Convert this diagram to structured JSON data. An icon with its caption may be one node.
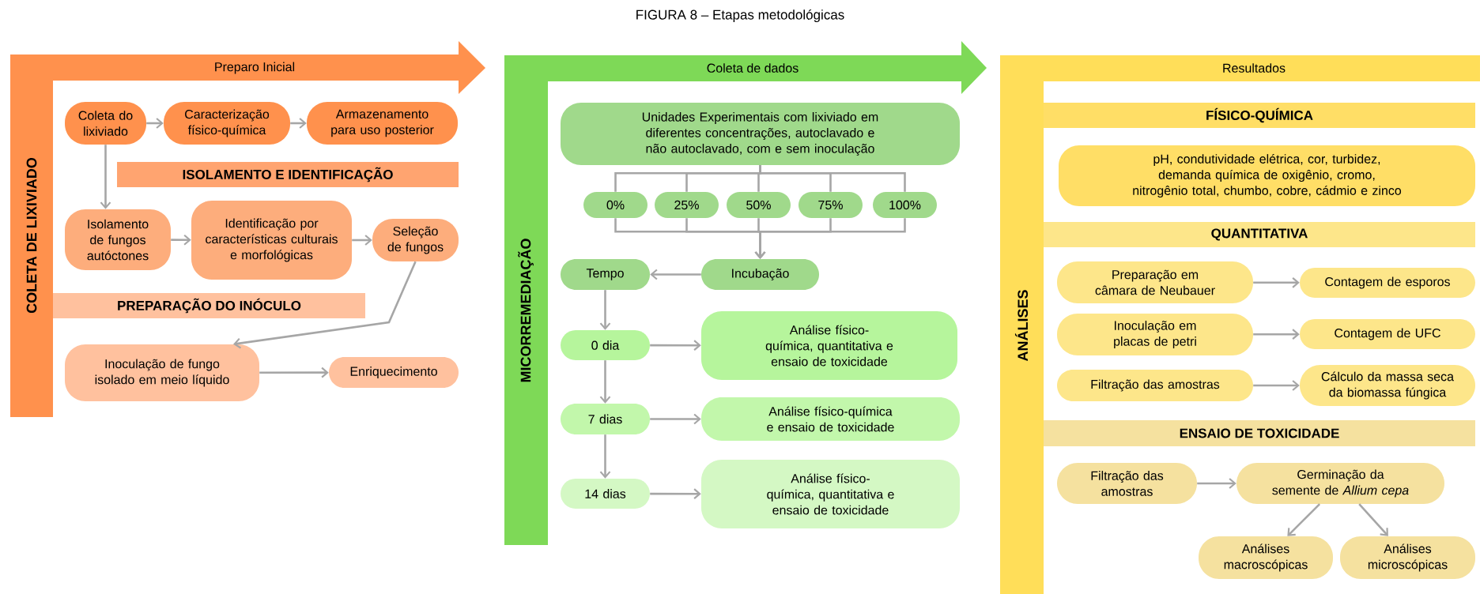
{
  "diagram": {
    "title": "FIGURA 8 – Etapas metodológicas",
    "nodes": [
      {
        "text": [
          "Preparo Inicial",
          "COLETA DE LIXIVIADO"
        ]
      },
      {
        "text": [
          "Coleta do lixiviado"
        ]
      },
      {
        "text": [
          "Caracterização físico-química"
        ]
      },
      {
        "text": [
          "Armazenamento para uso posterior"
        ]
      },
      {
        "text": [
          "ISOLAMENTO E IDENTIFICAÇÃO"
        ]
      },
      {
        "text": [
          "Isolamento de fungos autóctones"
        ]
      },
      {
        "text": [
          "Identificação por características culturais e morfológicas"
        ]
      },
      {
        "text": [
          "Seleção de fungos"
        ]
      },
      {
        "text": [
          "PREPARAÇÃO DO INÓCULO"
        ]
      },
      {
        "text": [
          "Inoculação de fungo isolado em meio líquido"
        ]
      },
      {
        "text": [
          "Enriquecimento"
        ]
      },
      {
        "text": [
          "Coleta de dados",
          "MICORREMEDIAÇÃO"
        ]
      },
      {
        "text": [
          "Unidades Experimentais com lixiviado em diferentes concentrações, autoclavado e não autoclavado, com e sem inoculação"
        ]
      },
      {
        "text": [
          "0%"
        ]
      },
      {
        "text": [
          "25%"
        ]
      },
      {
        "text": [
          "50%"
        ]
      },
      {
        "text": [
          "75%"
        ]
      },
      {
        "text": [
          "100%"
        ]
      },
      {
        "text": [
          "Tempo"
        ]
      },
      {
        "text": [
          "Incubação"
        ]
      },
      {
        "text": [
          "0 dia"
        ]
      },
      {
        "text": [
          "Análise físico-química, quantitativa e ensaio de toxicidade"
        ]
      },
      {
        "text": [
          "7 dias"
        ]
      },
      {
        "text": [
          "Análise físico-química e ensaio de toxicidade"
        ]
      },
      {
        "text": [
          "14 dias"
        ]
      },
      {
        "text": [
          "Análise físico-química, quantitativa e ensaio de toxicidade"
        ]
      },
      {
        "text": [
          "Resultados",
          "ANÁLISES"
        ]
      },
      {
        "text": [
          "FÍSICO-QUÍMICA"
        ]
      },
      {
        "text": [
          "pH, condutividade elétrica, cor, turbidez, demanda química de oxigênio, cromo, nitrogênio total, chumbo, cobre, cádmio e zinco"
        ]
      },
      {
        "text": [
          "QUANTITATIVA"
        ]
      },
      {
        "text": [
          "Preparação em câmara de Neubauer"
        ]
      },
      {
        "text": [
          "Contagem de esporos"
        ]
      },
      {
        "text": [
          "Inoculação em placas de petri"
        ]
      },
      {
        "text": [
          "Contagem de UFC"
        ]
      },
      {
        "text": [
          "Filtração das amostras"
        ]
      },
      {
        "text": [
          "Cálculo da massa seca da biomassa fúngica"
        ]
      },
      {
        "text": [
          "ENSAIO DE TOXICIDADE"
        ]
      },
      {
        "text": [
          "Filtração das amostras"
        ]
      },
      {
        "text": [
          "Germinação da semente de *Allium cepa*"
        ]
      },
      {
        "text": [
          "Análises macroscópicas"
        ]
      },
      {
        "text": [
          "Análises microscópicas"
        ]
      }
    ],
    "edges": [
      {
        "from": 1,
        "to": 2,
        "arrow": "to"
      },
      {
        "from": 2,
        "to": 3,
        "arrow": "to"
      },
      {
        "from": 1,
        "to": 5,
        "arrow": "to"
      },
      {
        "from": 5,
        "to": 6,
        "arrow": "to"
      },
      {
        "from": 6,
        "to": 7,
        "arrow": "to"
      },
      {
        "from": 7,
        "to": 9,
        "arrow": "to"
      },
      {
        "from": 9,
        "to": 10,
        "arrow": "to"
      },
      {
        "from": 12,
        "to": 13,
        "arrow": "none"
      },
      {
        "from": 12,
        "to": 14,
        "arrow": "none"
      },
      {
        "from": 12,
        "to": 15,
        "arrow": "none"
      },
      {
        "from": 12,
        "to": 16,
        "arrow": "none"
      },
      {
        "from": 12,
        "to": 17,
        "arrow": "none"
      },
      {
        "from": 13,
        "to": 19,
        "arrow": "to"
      },
      {
        "from": 14,
        "to": 19,
        "arrow": "to"
      },
      {
        "from": 15,
        "to": 19,
        "arrow": "to"
      },
      {
        "from": 16,
        "to": 19,
        "arrow": "to"
      },
      {
        "from": 17,
        "to": 19,
        "arrow": "to"
      },
      {
        "from": 19,
        "to": 18,
        "arrow": "to"
      },
      {
        "from": 18,
        "to": 20,
        "arrow": "to"
      },
      {
        "from": 20,
        "to": 22,
        "arrow": "to"
      },
      {
        "from": 22,
        "to": 24,
        "arrow": "to"
      },
      {
        "from": 20,
        "to": 21,
        "arrow": "to"
      },
      {
        "from": 22,
        "to": 23,
        "arrow": "to"
      },
      {
        "from": 24,
        "to": 25,
        "arrow": "to"
      },
      {
        "from": 30,
        "to": 31,
        "arrow": "to"
      },
      {
        "from": 32,
        "to": 33,
        "arrow": "to"
      },
      {
        "from": 34,
        "to": 35,
        "arrow": "to"
      },
      {
        "from": 37,
        "to": 38,
        "arrow": "to"
      },
      {
        "from": 38,
        "to": 39,
        "arrow": "to"
      },
      {
        "from": 38,
        "to": 40,
        "arrow": "to"
      }
    ]
  }
}
